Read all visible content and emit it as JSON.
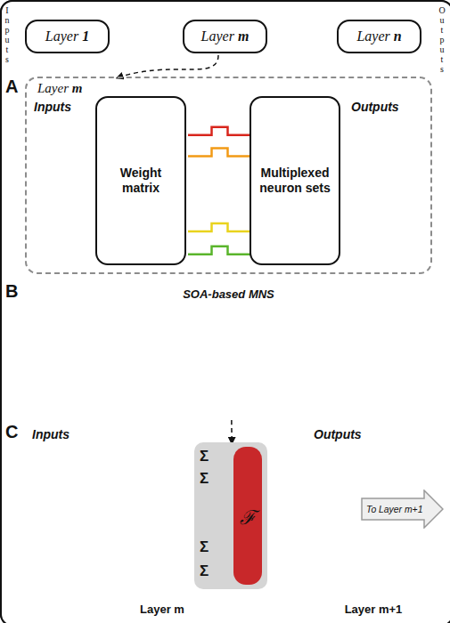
{
  "diagram": {
    "nodes": [
      {
        "text": [
          "Layer 1"
        ]
      },
      {
        "text": [
          "Layer m"
        ]
      },
      {
        "text": [
          "Layer n"
        ]
      },
      {
        "text": [
          "Layer m"
        ]
      },
      {
        "text": [
          "Weight matrix"
        ],
        "in": 3
      },
      {
        "text": [
          "Multiplexed neuron sets"
        ],
        "in": 3
      },
      {
        "text": [
          "SOA-based MNS"
        ]
      },
      {
        "text": [
          "Σ",
          "Σ",
          "Σ",
          "Σ"
        ]
      },
      {
        "text": [
          "ℱ"
        ],
        "in": 7
      },
      {
        "text": [
          "To Layer m+1"
        ]
      }
    ],
    "edges": [
      {
        "from": 1,
        "to": 3,
        "arrow": "to"
      },
      {
        "from": 4,
        "to": 5,
        "arrow": "none"
      },
      {
        "from": 4,
        "to": 5,
        "arrow": "none"
      },
      {
        "from": 4,
        "to": 5,
        "arrow": "none"
      },
      {
        "from": 4,
        "to": 5,
        "arrow": "none"
      },
      {
        "from": 6,
        "to": 7,
        "arrow": "to"
      }
    ],
    "labels": [
      "A",
      "Inputs",
      "Outputs",
      "Inputs",
      "Outputs",
      "B",
      "C",
      "Inputs",
      "Outputs",
      "Layer m",
      "Layer m+1"
    ]
  }
}
